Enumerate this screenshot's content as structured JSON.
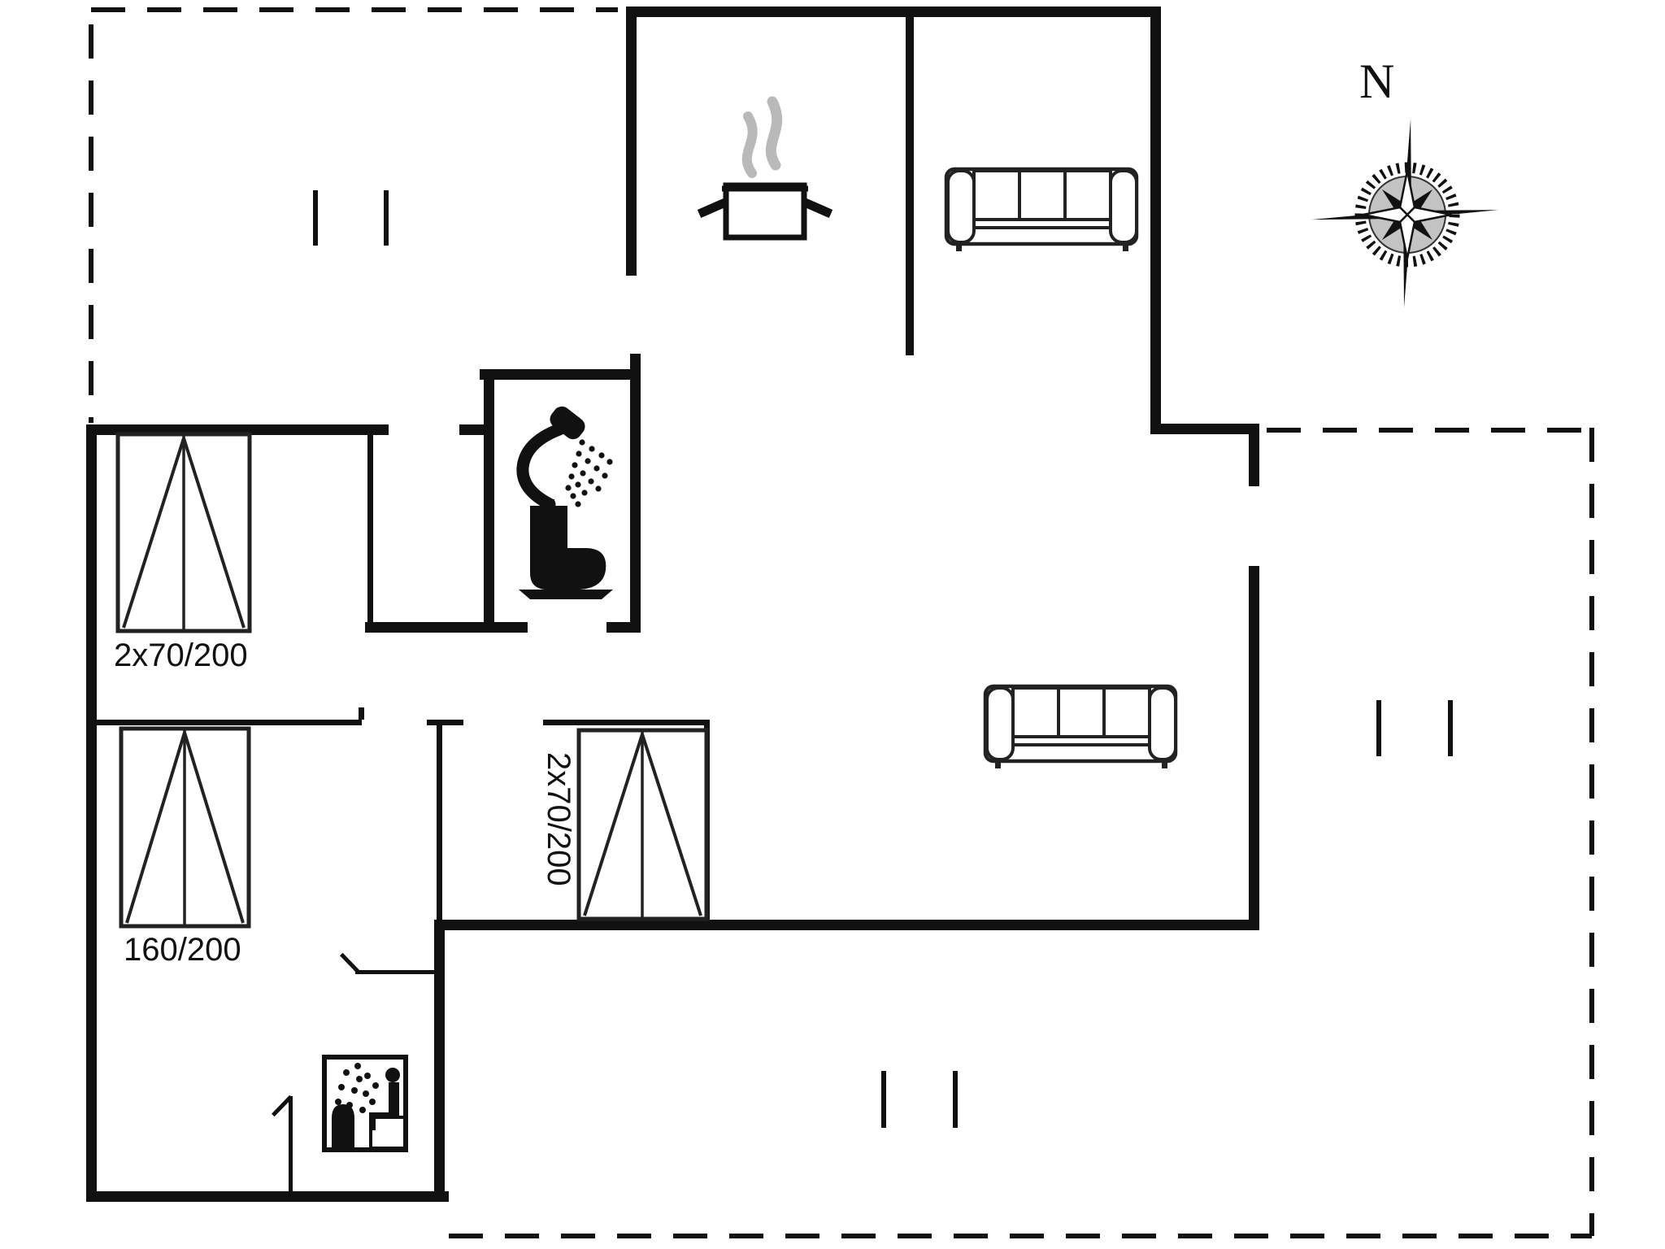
{
  "document": {
    "kind": "floor-plan",
    "background": "#ffffff"
  },
  "colors": {
    "wall": "#111111",
    "line": "#222222",
    "steam_gray": "#b9b9b9",
    "compass_disc": "#c3c3c3",
    "background": "#ffffff"
  },
  "labels": {
    "bed_top_left": "2x70/200",
    "bed_bottom_left": "160/200",
    "bed_middle_vertical": "2x70/200"
  },
  "compass": {
    "north_label": "N"
  },
  "icons": [
    "cooking-pot-icon",
    "steam-icon",
    "sofa-icon",
    "shower-icon",
    "toilet-icon",
    "sauna-icon",
    "compass-rose-icon",
    "bed-symbol",
    "door-swing-line",
    "opening-tick-marks"
  ]
}
